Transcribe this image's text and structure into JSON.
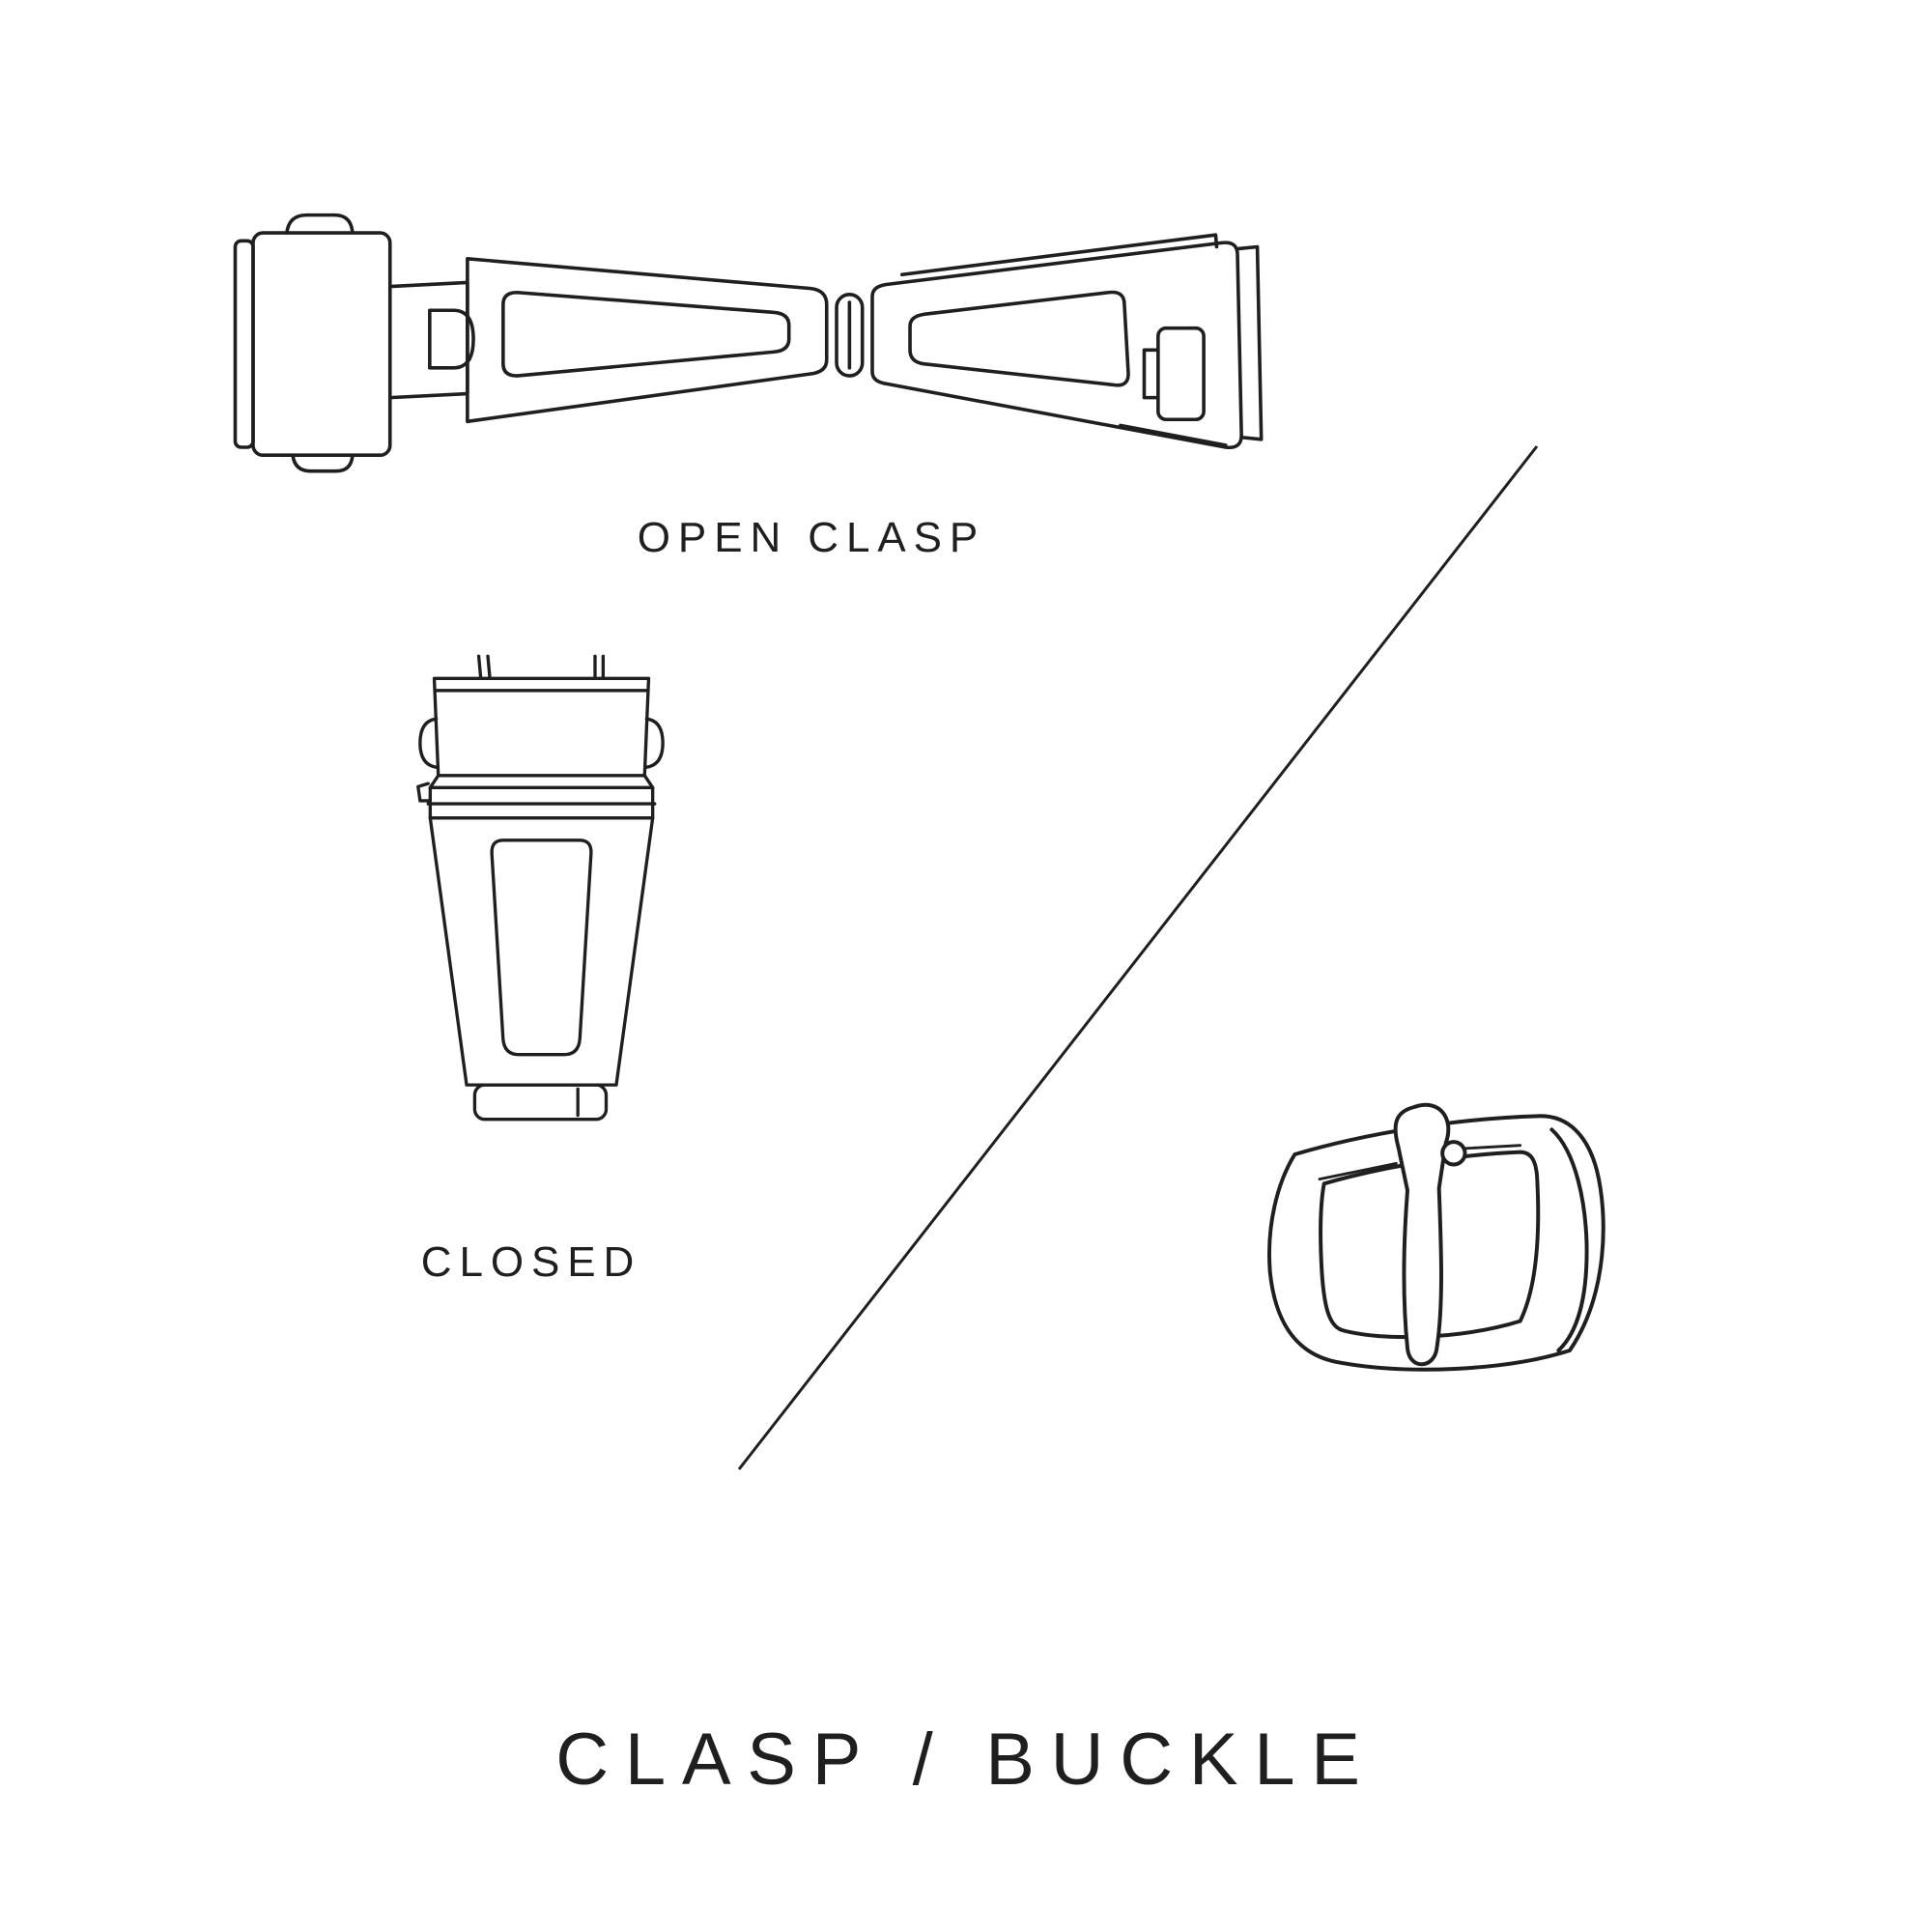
{
  "page": {
    "background": "#ffffff",
    "ink_color": "#1f1f1f"
  },
  "labels": {
    "open_clasp": "OPEN CLASP",
    "closed": "CLOSED",
    "title": "CLASP / BUCKLE"
  },
  "figures": {
    "open_clasp_illustration": "open-clasp-line-drawing",
    "closed_clasp_illustration": "closed-clasp-line-drawing",
    "buckle_illustration": "tang-buckle-line-drawing",
    "divider": "diagonal-divider-line"
  }
}
